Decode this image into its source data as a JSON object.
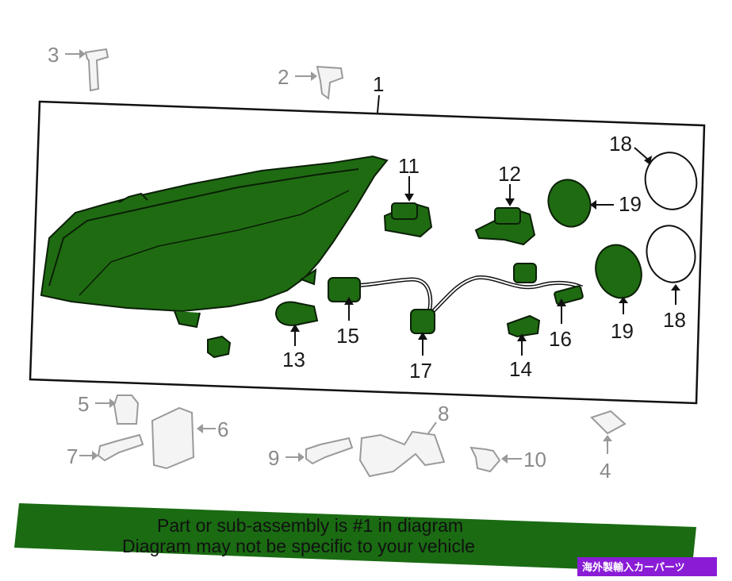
{
  "callouts": {
    "c1": "1",
    "c2": "2",
    "c3": "3",
    "c4": "4",
    "c5": "5",
    "c6": "6",
    "c7": "7",
    "c8": "8",
    "c9": "9",
    "c10": "10",
    "c11": "11",
    "c12": "12",
    "c13": "13",
    "c14": "14",
    "c15": "15",
    "c16": "16",
    "c17": "17",
    "c18a": "18",
    "c18b": "18",
    "c19a": "19",
    "c19b": "19"
  },
  "banner": {
    "line1": "Part or sub-assembly is #1 in diagram",
    "line2": "Diagram may not be specific to your vehicle"
  },
  "badge": {
    "label": "海外製輸入カーパーツ"
  },
  "colors": {
    "highlight": "#1f6b12",
    "banner_bg": "#1a6b12",
    "badge_bg": "#8a1cd6",
    "greyed": "#9a9a9a"
  }
}
